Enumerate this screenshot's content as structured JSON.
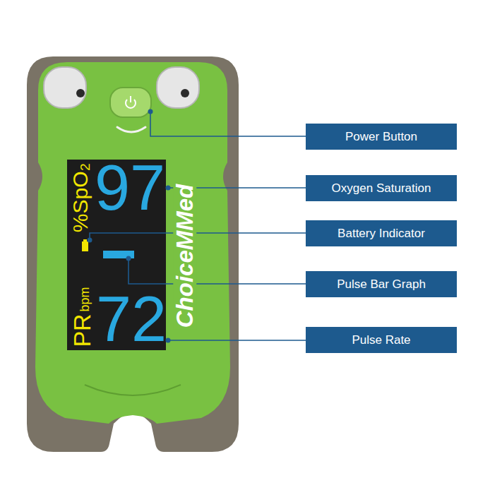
{
  "diagram": {
    "nodes": [
      {
        "text": [
          "Power Button"
        ]
      },
      {
        "text": [
          "Oxygen Saturation"
        ]
      },
      {
        "text": [
          "Battery Indicator"
        ]
      },
      {
        "text": [
          "Pulse Bar Graph"
        ]
      },
      {
        "text": [
          "Pulse Rate"
        ]
      }
    ],
    "labels": [
      "%SpO₂",
      "97",
      "PR",
      "bpm",
      "72",
      "ChoiceMMed"
    ]
  }
}
